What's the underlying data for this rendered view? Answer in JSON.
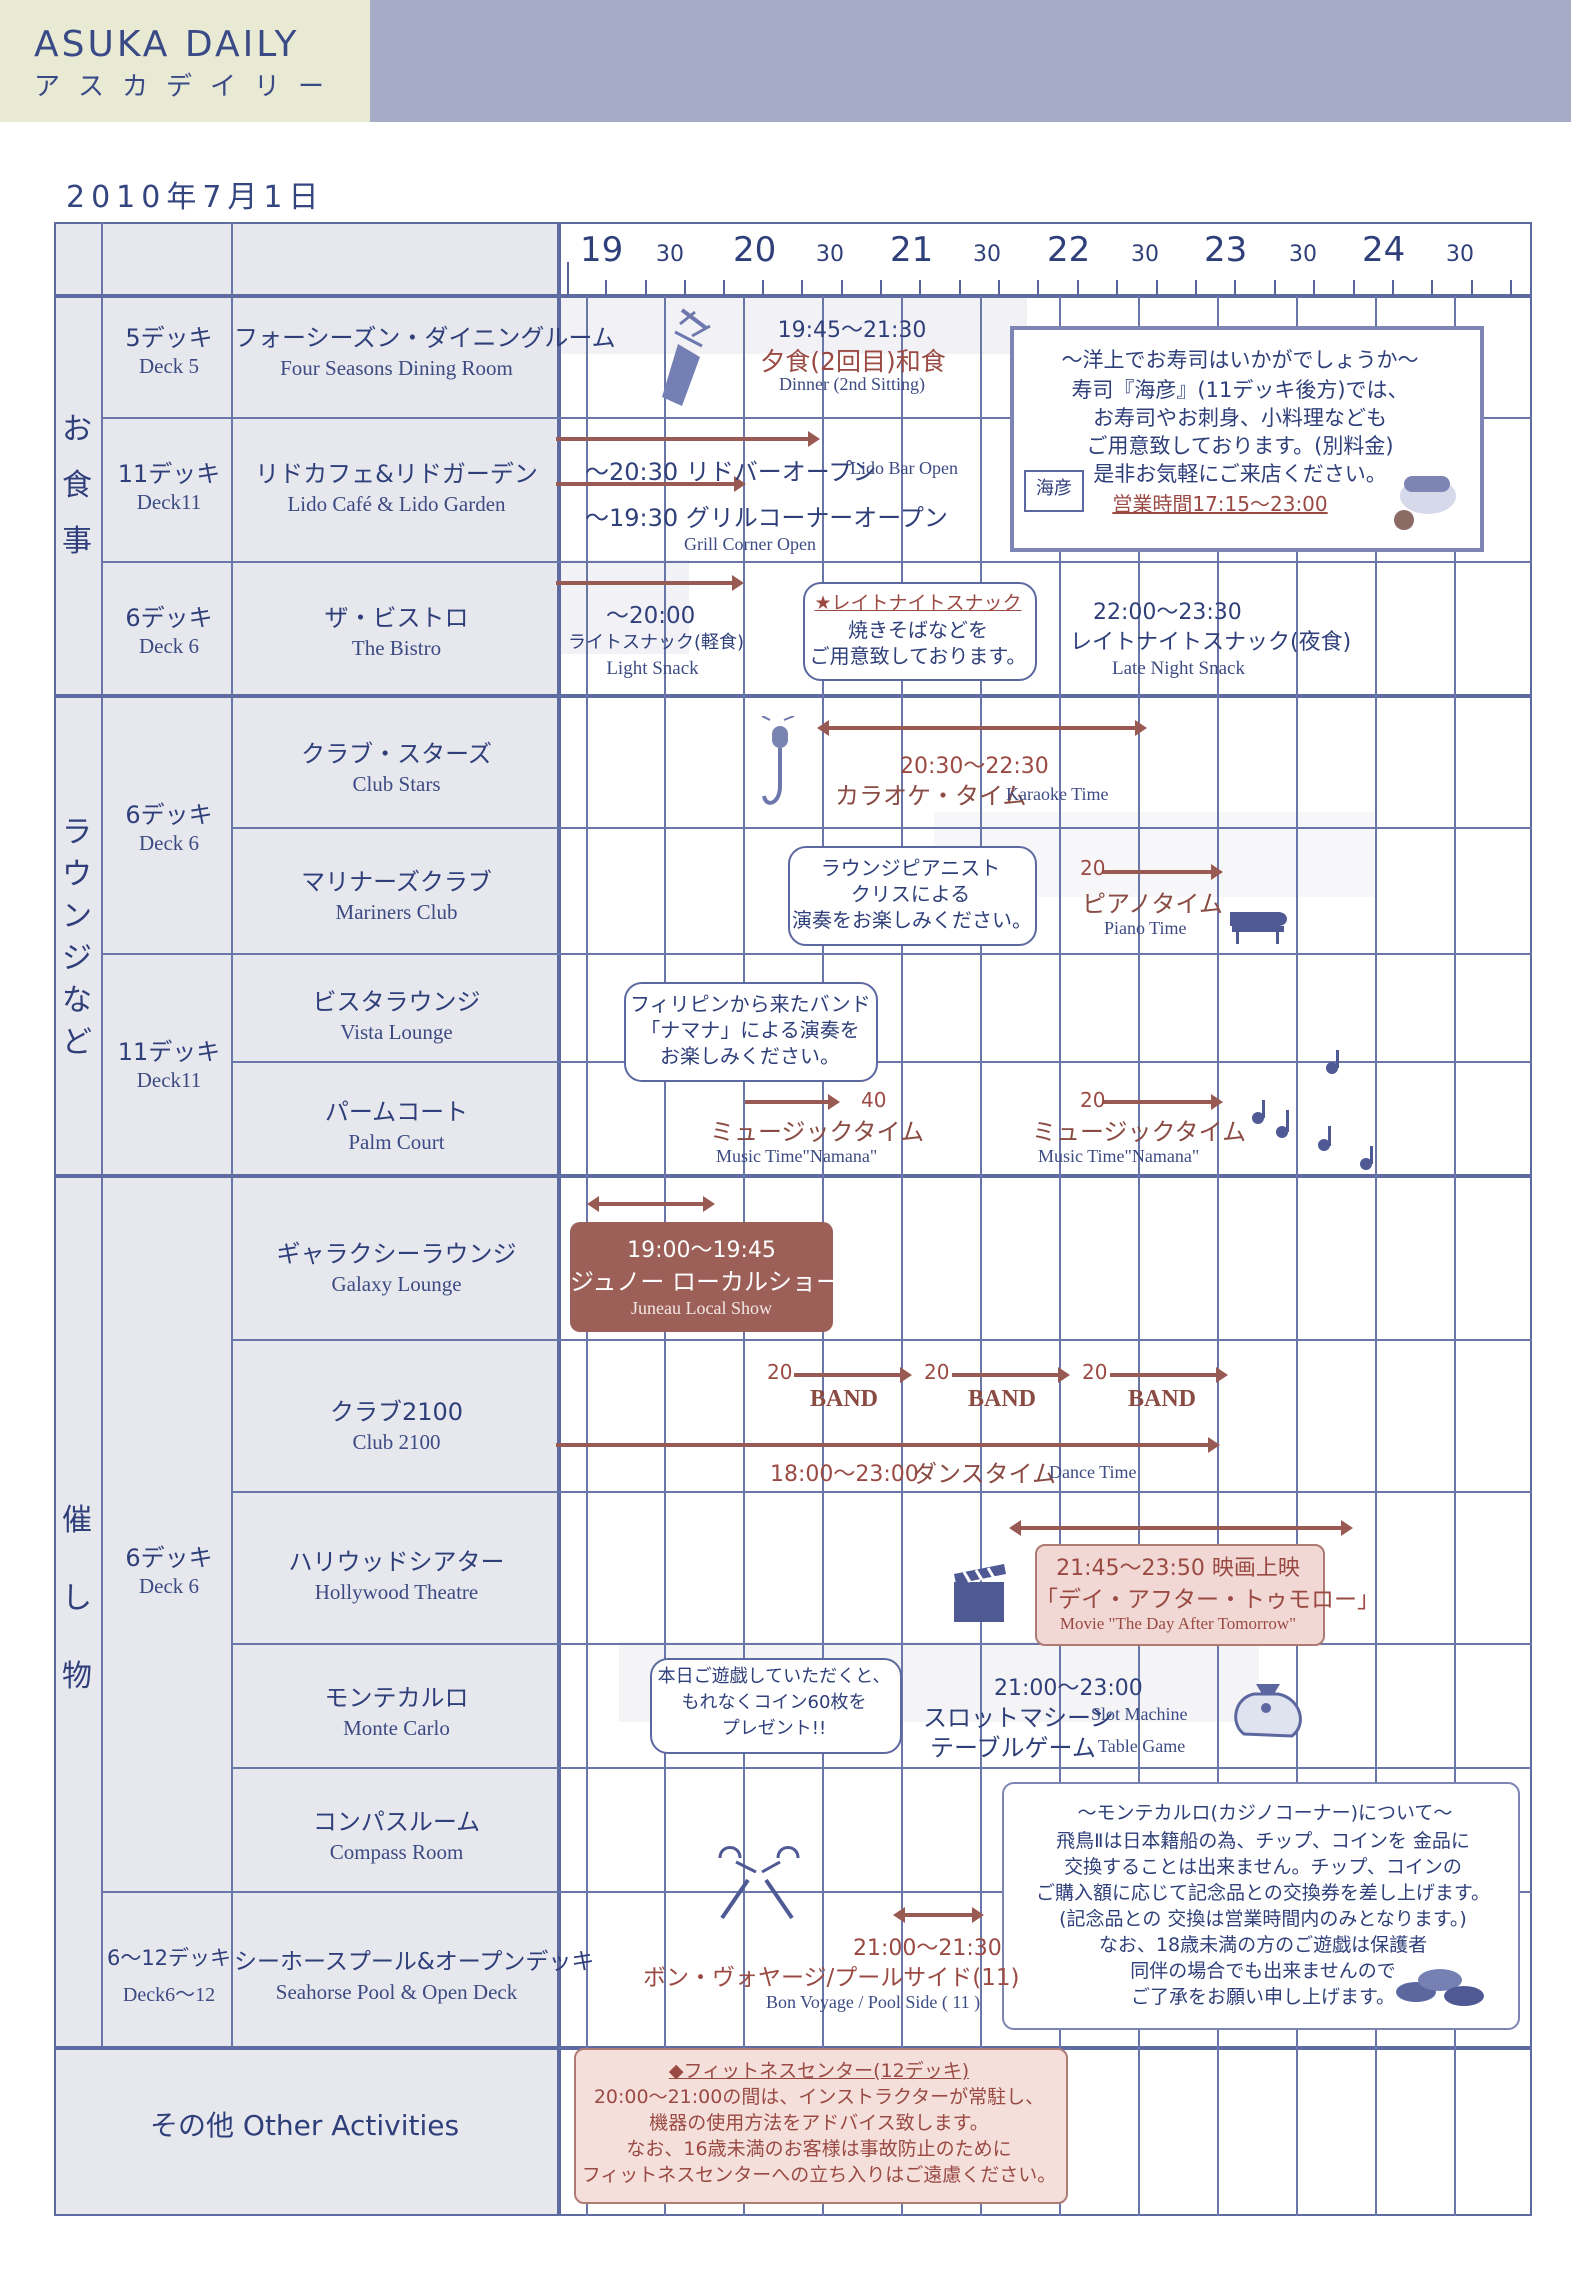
{
  "header": {
    "brand_en": "ASUKA DAILY",
    "brand_jp": "アスカデイリー",
    "date": "2010年7月1日"
  },
  "timeline": {
    "hours": [
      "19",
      "20",
      "21",
      "22",
      "23",
      "24"
    ],
    "half": "30"
  },
  "sections": {
    "dining": "お食事",
    "lounge": "ラウンジなど",
    "events": "催し物",
    "other": "その他 Other Activities"
  },
  "rows": {
    "deck5": {
      "jp": "5デッキ",
      "en": "Deck 5",
      "venue_jp": "フォーシーズン・ダイニングルーム",
      "venue_en": "Four Seasons Dining Room"
    },
    "lido": {
      "jp": "11デッキ",
      "en": "Deck11",
      "venue_jp": "リドカフェ&リドガーデン",
      "venue_en": "Lido Café & Lido Garden"
    },
    "bistro": {
      "jp": "6デッキ",
      "en": "Deck 6",
      "venue_jp": "ザ・ビストロ",
      "venue_en": "The Bistro"
    },
    "clubstars": {
      "venue_jp": "クラブ・スターズ",
      "venue_en": "Club Stars"
    },
    "mariners": {
      "venue_jp": "マリナーズクラブ",
      "venue_en": "Mariners Club"
    },
    "deck6_lounge": {
      "jp": "6デッキ",
      "en": "Deck 6"
    },
    "vista": {
      "venue_jp": "ビスタラウンジ",
      "venue_en": "Vista Lounge"
    },
    "palm": {
      "venue_jp": "パームコート",
      "venue_en": "Palm Court"
    },
    "deck11_lounge": {
      "jp": "11デッキ",
      "en": "Deck11"
    },
    "galaxy": {
      "venue_jp": "ギャラクシーラウンジ",
      "venue_en": "Galaxy Lounge"
    },
    "club2100": {
      "venue_jp": "クラブ2100",
      "venue_en": "Club 2100"
    },
    "hollywood": {
      "venue_jp": "ハリウッドシアター",
      "venue_en": "Hollywood Theatre"
    },
    "monte": {
      "venue_jp": "モンテカルロ",
      "venue_en": "Monte Carlo"
    },
    "compass": {
      "venue_jp": "コンパスルーム",
      "venue_en": "Compass Room"
    },
    "deck6_events": {
      "jp": "6デッキ",
      "en": "Deck 6"
    },
    "seahorse": {
      "jp": "6〜12デッキ",
      "en": "Deck6〜12",
      "venue_jp": "シーホースプール&オープンデッキ",
      "venue_en": "Seahorse Pool & Open Deck"
    }
  },
  "events": {
    "dinner_time": "19:45〜21:30",
    "dinner_jp": "夕食(2回目)和食",
    "dinner_en": "Dinner (2nd Sitting)",
    "sushi_1": "〜洋上でお寿司はいかがでしょうか〜",
    "sushi_2": "寿司『海彦』(11デッキ後方)では、",
    "sushi_3": "お寿司やお刺身、小料理なども",
    "sushi_4": "ご用意致しております。(別料金)",
    "sushi_5": "是非お気軽にご来店ください。",
    "sushi_hours": "営業時間17:15〜23:00",
    "sushi_badge": "海彦",
    "lido_bar": "〜20:30 リドバーオープン",
    "lido_bar_en": "Lido Bar Open",
    "grill": "〜19:30 グリルコーナーオープン",
    "grill_en": "Grill Corner Open",
    "bistro_time": "〜20:00",
    "bistro_jp": "ライトスナック(軽食)",
    "bistro_en": "Light Snack",
    "bistro_bubble_1": "★レイトナイトスナック",
    "bistro_bubble_2": "焼きそばなどを",
    "bistro_bubble_3": "ご用意致しております。",
    "late_time": "22:00〜23:30",
    "late_jp": "レイトナイトスナック(夜食)",
    "late_en": "Late Night Snack",
    "karaoke_time": "20:30〜22:30",
    "karaoke_jp": "カラオケ・タイム",
    "karaoke_en": "Karaoke Time",
    "piano_bubble_1": "ラウンジピアニスト",
    "piano_bubble_2": "クリスによる",
    "piano_bubble_3": "演奏をお楽しみください。",
    "piano_start": "20",
    "piano_jp": "ピアノタイム",
    "piano_en": "Piano Time",
    "band_bubble_1": "フィリピンから来たバンド",
    "band_bubble_2": "「ナマナ」による演奏を",
    "band_bubble_3": "お楽しみください。",
    "music_end": "40",
    "music_jp": "ミュージックタイム",
    "music_en": "Music Time\"Namana\"",
    "music2_start": "20",
    "music2_jp": "ミュージックタイム",
    "music2_en": "Music Time\"Namana\"",
    "galaxy_time": "19:00〜19:45",
    "galaxy_jp": "ジュノー ローカルショー",
    "galaxy_en": "Juneau Local Show",
    "band1_start": "20",
    "band2_start": "20",
    "band3_start": "20",
    "band": "BAND",
    "dance_time": "18:00〜23:00",
    "dance_jp": "ダンスタイム",
    "dance_en": "Dance Time",
    "movie_time": "21:45〜23:50 映画上映",
    "movie_jp": "「デイ・アフター・トゥモロー」",
    "movie_en": "Movie \"The Day After Tomorrow\"",
    "coin_bubble_1": "本日ご遊戯していただくと、",
    "coin_bubble_2": "もれなくコイン60枚を",
    "coin_bubble_3": "プレゼント!!",
    "slot_time": "21:00〜23:00",
    "slot_jp": "スロットマシーン",
    "slot_en": "Slot Machine",
    "table_jp": "テーブルゲーム",
    "table_en": "Table Game",
    "casino_1": "〜モンテカルロ(カジノコーナー)について〜",
    "casino_2": "飛鳥Ⅱは日本籍船の為、チップ、コインを 金品に",
    "casino_3": "交換することは出来ません。チップ、コインの",
    "casino_4": "ご購入額に応じて記念品との交換券を差し上げます。",
    "casino_5": "(記念品との 交換は営業時間内のみとなります。)",
    "casino_6": "なお、18歳未満の方のご遊戯は保護者",
    "casino_7": "同伴の場合でも出来ませんので",
    "casino_8": "ご了承をお願い申し上げます。",
    "voyage_time": "21:00〜21:30",
    "voyage_jp": "ボン・ヴォヤージ/プールサイド(11)",
    "voyage_en": "Bon Voyage / Pool Side ( 11 )",
    "fitness_1": "◆フィットネスセンター(12デッキ)",
    "fitness_2": "20:00〜21:00の間は、インストラクターが常駐し、",
    "fitness_3": "機器の使用方法をアドバイス致します。",
    "fitness_4": "なお、16歳未満のお客様は事故防止のために",
    "fitness_5": "フィットネスセンターへの立ち入りはご遠慮ください。"
  }
}
